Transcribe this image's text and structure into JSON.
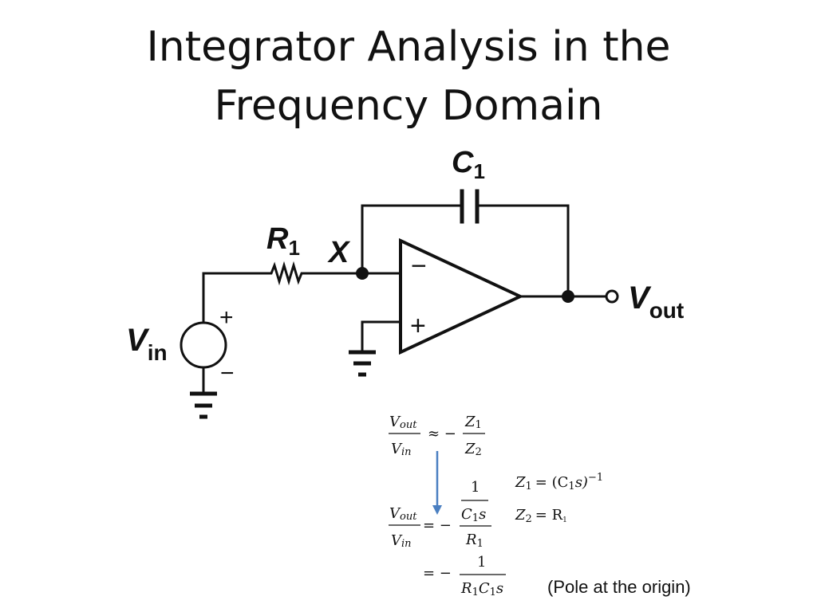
{
  "title": {
    "line1": "Integrator Analysis in the",
    "line2": "Frequency Domain"
  },
  "circuit": {
    "capacitor": {
      "letter": "C",
      "sub": "1"
    },
    "resistor": {
      "letter": "R",
      "sub": "1"
    },
    "node_x": "X",
    "vin": {
      "letter": "V",
      "sub": "in"
    },
    "vout": {
      "letter": "V",
      "sub": "out"
    },
    "opamp_minus": "−",
    "opamp_plus": "+",
    "source_plus": "+",
    "source_minus": "−"
  },
  "equations": {
    "eq1": {
      "lhs_num": "V",
      "lhs_num_sub": "out",
      "lhs_den": "V",
      "lhs_den_sub": "in",
      "op": "≈ −",
      "rhs_num": "Z",
      "rhs_num_sub": "1",
      "rhs_den": "Z",
      "rhs_den_sub": "2"
    },
    "z1": {
      "lhs": "Z",
      "sub": "1",
      "rhs": "= (C",
      "rhs_sub": "1",
      "rhs_tail": "s)",
      "exp": "−1"
    },
    "z2": {
      "lhs": "Z",
      "sub": "2",
      "rhs": "= R",
      "rhs_sub": "1"
    },
    "eq2": {
      "lhs_num": "V",
      "lhs_num_sub": "out",
      "lhs_den": "V",
      "lhs_den_sub": "in",
      "op": "= −",
      "top": "1",
      "mid": "C",
      "mid_sub": "1",
      "mid_tail": "s",
      "bot": "R",
      "bot_sub": "1"
    },
    "eq3": {
      "op": "= −",
      "num": "1",
      "den_r": "R",
      "den_r_sub": "1",
      "den_c": "C",
      "den_c_sub": "1",
      "den_tail": "s"
    }
  },
  "note": "(Pole at the origin)",
  "colors": {
    "arrow": "#4a7fc1",
    "ink": "#111111"
  }
}
